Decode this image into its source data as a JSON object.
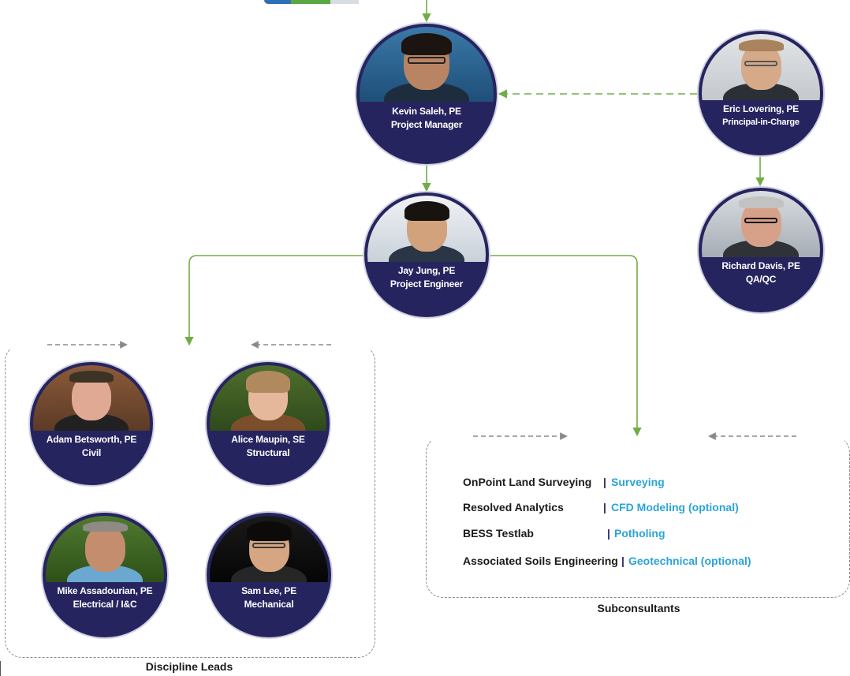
{
  "colors": {
    "circle_fill": "#26245f",
    "connector": "#70ad47",
    "dashed_box": "#8a8a8a",
    "service_text": "#2aa4d8"
  },
  "people": {
    "kevin": {
      "name": "Kevin Saleh, PE",
      "role": "Project Manager"
    },
    "eric": {
      "name": "Eric Lovering, PE",
      "role": "Principal-in-Charge"
    },
    "richard": {
      "name": "Richard Davis, PE",
      "role": "QA/QC"
    },
    "jay": {
      "name": "Jay Jung, PE",
      "role": "Project Engineer"
    },
    "adam": {
      "name": "Adam Betsworth, PE",
      "role": "Civil"
    },
    "alice": {
      "name": "Alice Maupin, SE",
      "role": "Structural"
    },
    "mike": {
      "name": "Mike Assadourian, PE",
      "role": "Electrical / I&C"
    },
    "sam": {
      "name": "Sam Lee, PE",
      "role": "Mechanical"
    }
  },
  "discipline_leads": {
    "label": "Discipline Leads"
  },
  "subconsultants": {
    "label": "Subconsultants",
    "items": [
      {
        "name": "OnPoint Land Surveying",
        "separator": "|",
        "service": "Surveying"
      },
      {
        "name": "Resolved Analytics",
        "separator": "|",
        "service": "CFD Modeling (optional)"
      },
      {
        "name": "BESS Testlab",
        "separator": "|",
        "service": "Potholing"
      },
      {
        "name": "Associated Soils Engineering",
        "separator": "|",
        "service": "Geotechnical (optional)"
      }
    ]
  }
}
